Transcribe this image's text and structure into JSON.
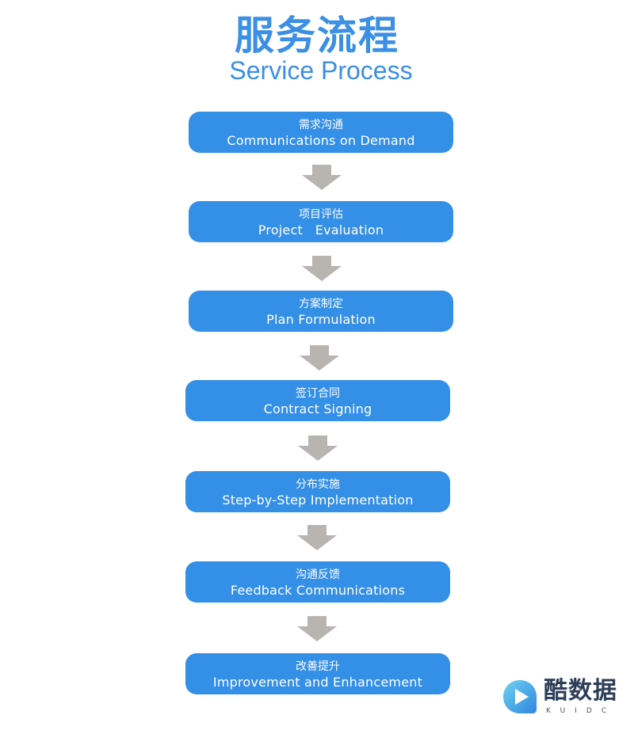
{
  "header": {
    "title_cn": "服务流程",
    "title_en": "Service Process"
  },
  "steps": [
    {
      "cn": "需求沟通",
      "en": "Communications on Demand"
    },
    {
      "cn": "项目评估",
      "en": "Project   Evaluation"
    },
    {
      "cn": "方案制定",
      "en": "Plan Formulation"
    },
    {
      "cn": "签订合同",
      "en": "Contract Signing"
    },
    {
      "cn": "分布实施",
      "en": "Step-by-Step Implementation"
    },
    {
      "cn": "沟通反馈",
      "en": "Feedback Communications"
    },
    {
      "cn": "改善提升",
      "en": "Improvement and Enhancement"
    }
  ],
  "logo": {
    "name": "酷数据",
    "sub": "KUIDC"
  },
  "colors": {
    "accent": "#3b8fe5",
    "step_fill": "#348fe6",
    "arrow_fill": "#b8b5b1",
    "logo_text": "#2c3e57"
  },
  "icons": {
    "connector": "arrow-down-icon",
    "brand": "play-logo-icon"
  }
}
